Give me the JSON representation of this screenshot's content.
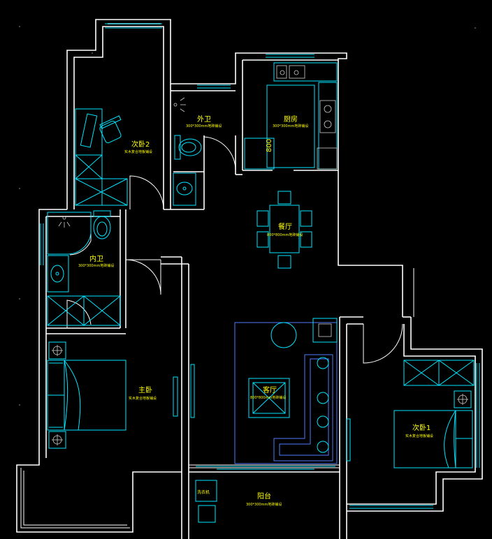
{
  "rooms": {
    "bedroom2": {
      "name": "次卧2",
      "note": "实木复合地板铺设"
    },
    "guest_bath": {
      "name": "外卫",
      "note": "300*300mm地砖铺设"
    },
    "kitchen": {
      "name": "厨房",
      "note": "300*300mm地砖铺设"
    },
    "dining": {
      "name": "餐厅",
      "note": "800*800mm地砖铺设"
    },
    "ensuite": {
      "name": "内卫",
      "note": "300*300mm地砖铺设"
    },
    "master": {
      "name": "主卧",
      "note": "实木复合地板铺设"
    },
    "living": {
      "name": "客厅",
      "note": "800*800mm地砖铺设"
    },
    "bedroom1": {
      "name": "次卧1",
      "note": "实木复合地板铺设"
    },
    "balcony": {
      "name": "阳台",
      "note": "300*300mm地砖铺设"
    }
  },
  "fixtures": {
    "fridge_label": "800",
    "washer_label": "洗衣机"
  },
  "colors": {
    "walls": "#ffffff",
    "furniture": "#00e5ff",
    "labels": "#ffff00",
    "background": "#000000"
  }
}
